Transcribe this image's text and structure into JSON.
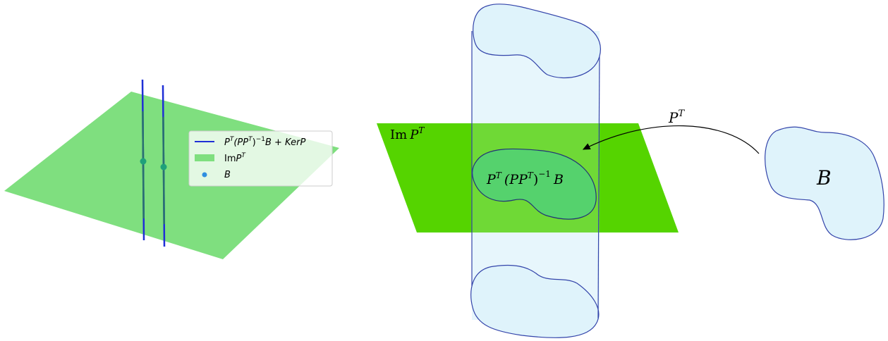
{
  "left_panel": {
    "legend": {
      "line_label": {
        "base": "P",
        "sup1": "T",
        "mid": "(PP",
        "sup2": "T",
        "close": ")",
        "sup3": "−1",
        "tail": "B + Ker",
        "tail_italic": "P"
      },
      "plane_label": {
        "base": "Im",
        "italic": "P",
        "sup": "T"
      },
      "point_label": {
        "italic": "B"
      }
    },
    "colors": {
      "plane": "#7fdf7f",
      "line": "#1f2fd6",
      "point": "#1fa07a",
      "legend_point": "#2f8fe0"
    }
  },
  "right_panel": {
    "plane_label": {
      "base": "Im",
      "italic": "P",
      "sup": "T"
    },
    "arrow_label": {
      "italic": "P",
      "sup": "T"
    },
    "blob_label": {
      "italic": "B"
    },
    "inner_label": {
      "a": "P",
      "a_sup": "T",
      "b": "(PP",
      "b_sup": "T",
      "b_close": ")",
      "exp": "−1",
      "c": "B"
    },
    "colors": {
      "plane": "#55d400",
      "inner_region": "#55d26d",
      "cylinder": "#dff3fb",
      "outline": "#3344aa"
    }
  }
}
